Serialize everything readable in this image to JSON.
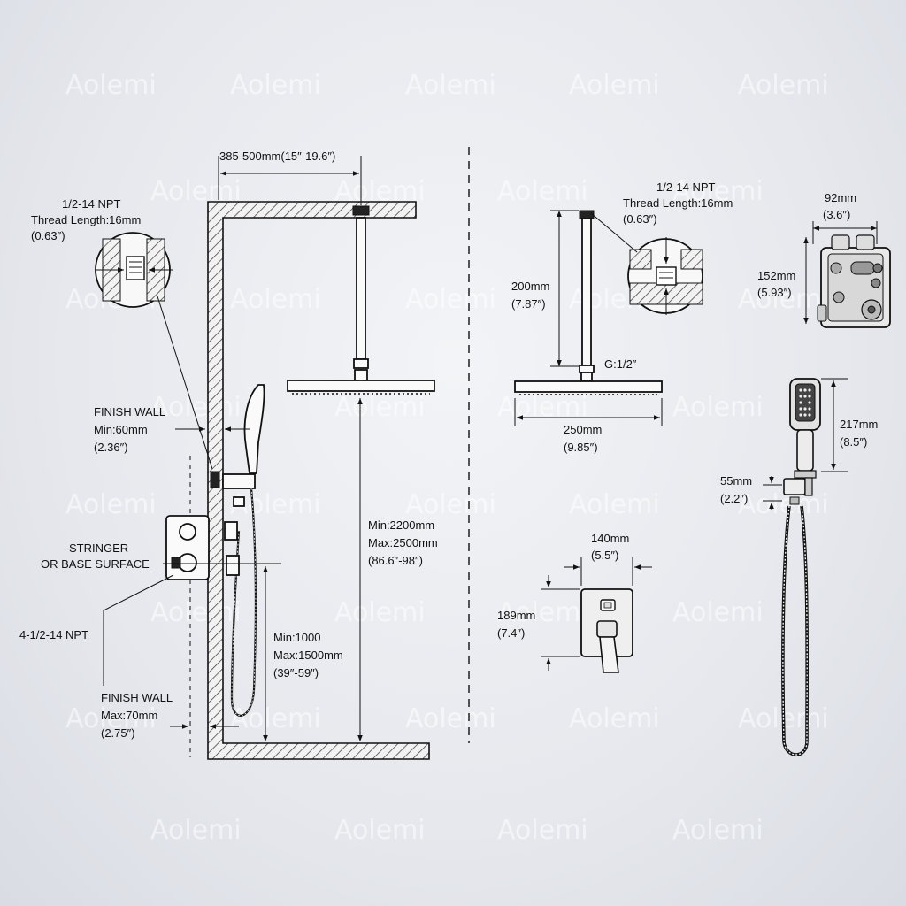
{
  "watermark": "Aolemi",
  "left": {
    "arm_length": "385-500mm(15″-19.6″)",
    "npt_line1": "1/2-14 NPT",
    "npt_line2": "Thread Length:16mm",
    "npt_line3": "(0.63″)",
    "finish_wall_top": "FINISH WALL",
    "finish_wall_top_min": "Min:60mm",
    "finish_wall_top_in": "(2.36″)",
    "stringer_1": "STRINGER",
    "stringer_2": "OR BASE SURFACE",
    "valve_npt": "4-1/2-14 NPT",
    "finish_wall_bottom": "FINISH WALL",
    "finish_wall_bottom_max": "Max:70mm",
    "finish_wall_bottom_in": "(2.75″)",
    "head_height_min": "Min:2200mm",
    "head_height_max": "Max:2500mm",
    "head_height_in": "(86.6″-98″)",
    "hand_height_min": "Min:1000",
    "hand_height_max": "Max:1500mm",
    "hand_height_in": "(39″-59″)"
  },
  "right": {
    "npt_line1": "1/2-14 NPT",
    "npt_line2": "Thread Length:16mm",
    "npt_line3": "(0.63″)",
    "arm_mm": "200mm",
    "arm_in": "(7.87″)",
    "thread": "G:1/2″",
    "head_mm": "250mm",
    "head_in": "(9.85″)",
    "valve_w_mm": "92mm",
    "valve_w_in": "(3.6″)",
    "valve_h_mm": "152mm",
    "valve_h_in": "(5.93″)",
    "hand_mm": "217mm",
    "hand_in": "(8.5″)",
    "holder_mm": "55mm",
    "holder_in": "(2.2″)",
    "plate_w_mm": "140mm",
    "plate_w_in": "(5.5″)",
    "plate_h_mm": "189mm",
    "plate_h_in": "(7.4″)"
  }
}
